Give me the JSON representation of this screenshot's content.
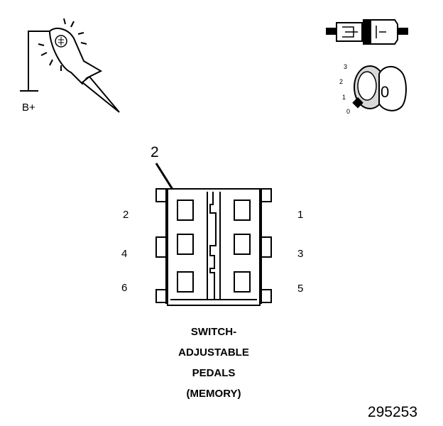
{
  "test_light": {
    "label": "B+"
  },
  "ignition": {
    "positions": [
      "3",
      "2",
      "1",
      "0"
    ],
    "key_label": "0"
  },
  "connector": {
    "callout": "2",
    "pins_left": [
      "2",
      "4",
      "6"
    ],
    "pins_right": [
      "1",
      "3",
      "5"
    ],
    "title_lines": [
      "SWITCH-",
      "ADJUSTABLE",
      "PEDALS",
      "(MEMORY)"
    ]
  },
  "figure_number": "295253",
  "colors": {
    "ink": "#000000",
    "background": "#ffffff",
    "shade": "#d8d8d8"
  }
}
